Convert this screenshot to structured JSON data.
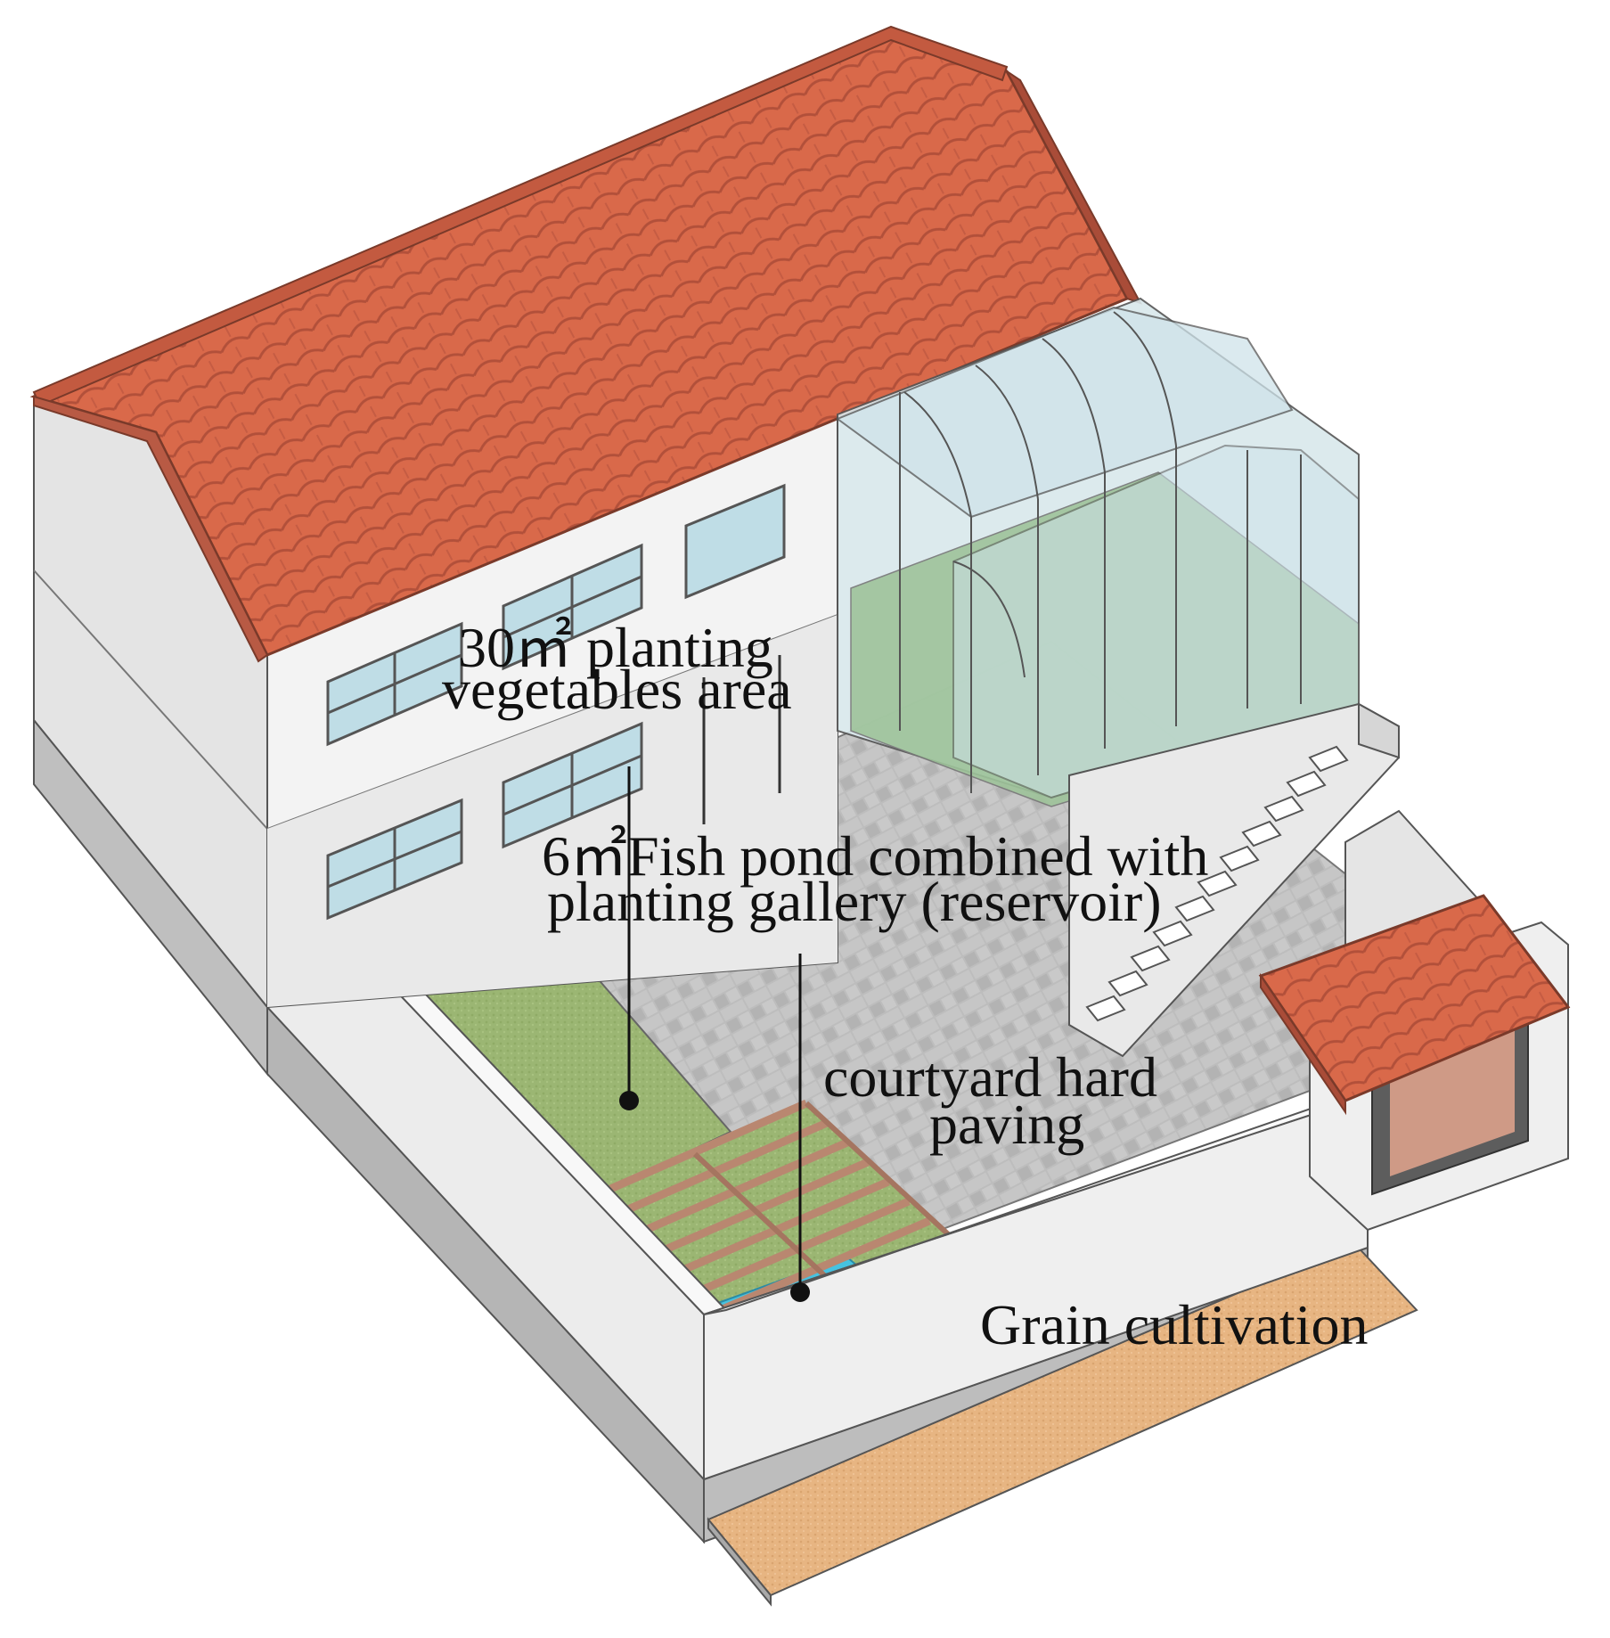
{
  "labels": {
    "roof_planting_line1": "30㎡ planting",
    "roof_planting_line2": "vegetables area",
    "fish_pond_line1": "6㎡Fish pond combined with",
    "fish_pond_line2": "planting gallery (reservoir)",
    "courtyard_line1": "courtyard hard",
    "courtyard_line2": "paving",
    "grain": "Grain cultivation"
  },
  "colors": {
    "roof_tile": "#d9694a",
    "roof_tile_dark": "#a84a36",
    "wall": "#f2f2f2",
    "wall_shade": "#d8d8d8",
    "base": "#bdbdbd",
    "paving": "#b9b9b9",
    "lawn": "#9bb673",
    "glass": "#cfe3ea",
    "glass_green": "#9ec39a",
    "pergola": "#c79a82",
    "water": "#46c2e0",
    "soil": "#e7b582"
  }
}
